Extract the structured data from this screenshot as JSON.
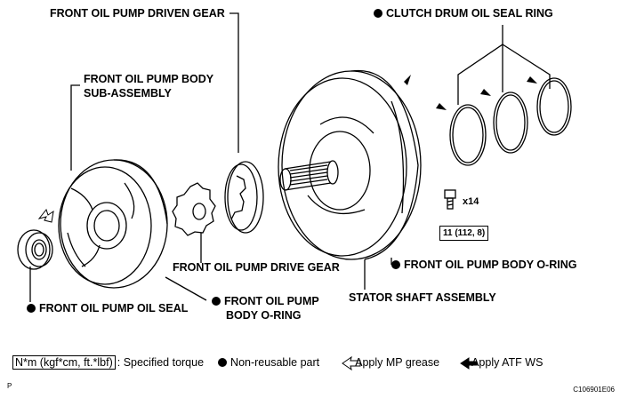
{
  "labels": {
    "driven_gear": "FRONT OIL PUMP DRIVEN GEAR",
    "seal_ring": "CLUTCH DRUM OIL SEAL RING",
    "body_sub_line1": "FRONT OIL PUMP BODY",
    "body_sub_line2": "SUB-ASSEMBLY",
    "drive_gear": "FRONT OIL PUMP DRIVE GEAR",
    "body_oring_right": "FRONT OIL PUMP BODY O-RING",
    "oil_seal": "FRONT OIL PUMP OIL SEAL",
    "body_oring_left_line1": "FRONT OIL PUMP",
    "body_oring_left_line2": "BODY O-RING",
    "stator_shaft": "STATOR SHAFT ASSEMBLY"
  },
  "bolt": {
    "count": "x14",
    "torque": "11 (112, 8)"
  },
  "legend": {
    "torque_unit": "N*m (kgf*cm, ft.*lbf)",
    "torque_desc": ": Specified torque",
    "non_reusable": "Non-reusable part",
    "mp_grease": "Apply MP grease",
    "atf_ws": "Apply ATF WS"
  },
  "corner": {
    "left": "P",
    "right": "C106901E06"
  }
}
